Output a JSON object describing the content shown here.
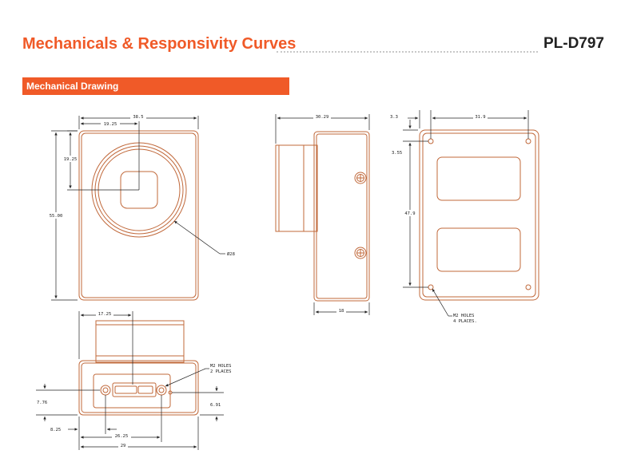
{
  "header": {
    "title": "Mechanicals & Responsivity Curves",
    "model": "PL-D797"
  },
  "section": {
    "label": "Mechanical Drawing"
  },
  "colors": {
    "accent": "#f05a28",
    "part_outline": "#c0683a",
    "dimension_line": "#222222"
  },
  "front_view": {
    "dim_width": "38.5",
    "dim_center_x": "19.25",
    "dim_center_y": "19.25",
    "dim_height": "55.00",
    "dim_diameter": "Ø28"
  },
  "side_view": {
    "dim_top": "30.29",
    "dim_bottom": "18"
  },
  "back_view": {
    "dim_offset_x": "3.3",
    "dim_hole_spacing_x": "31.9",
    "dim_offset_y": "3.55",
    "dim_hole_spacing_y": "47.9",
    "holes_label_line1": "M2 HOLES",
    "holes_label_line2": "4 PLACES."
  },
  "bottom_view": {
    "dim_top": "17.25",
    "holes_label_line1": "M2 HOLES",
    "holes_label_line2": "2 PLACES",
    "dim_left_height": "7.76",
    "dim_right_height": "6.91",
    "dim_left_hole": "8.25",
    "dim_right_hole": "26.25",
    "dim_total": "29"
  }
}
